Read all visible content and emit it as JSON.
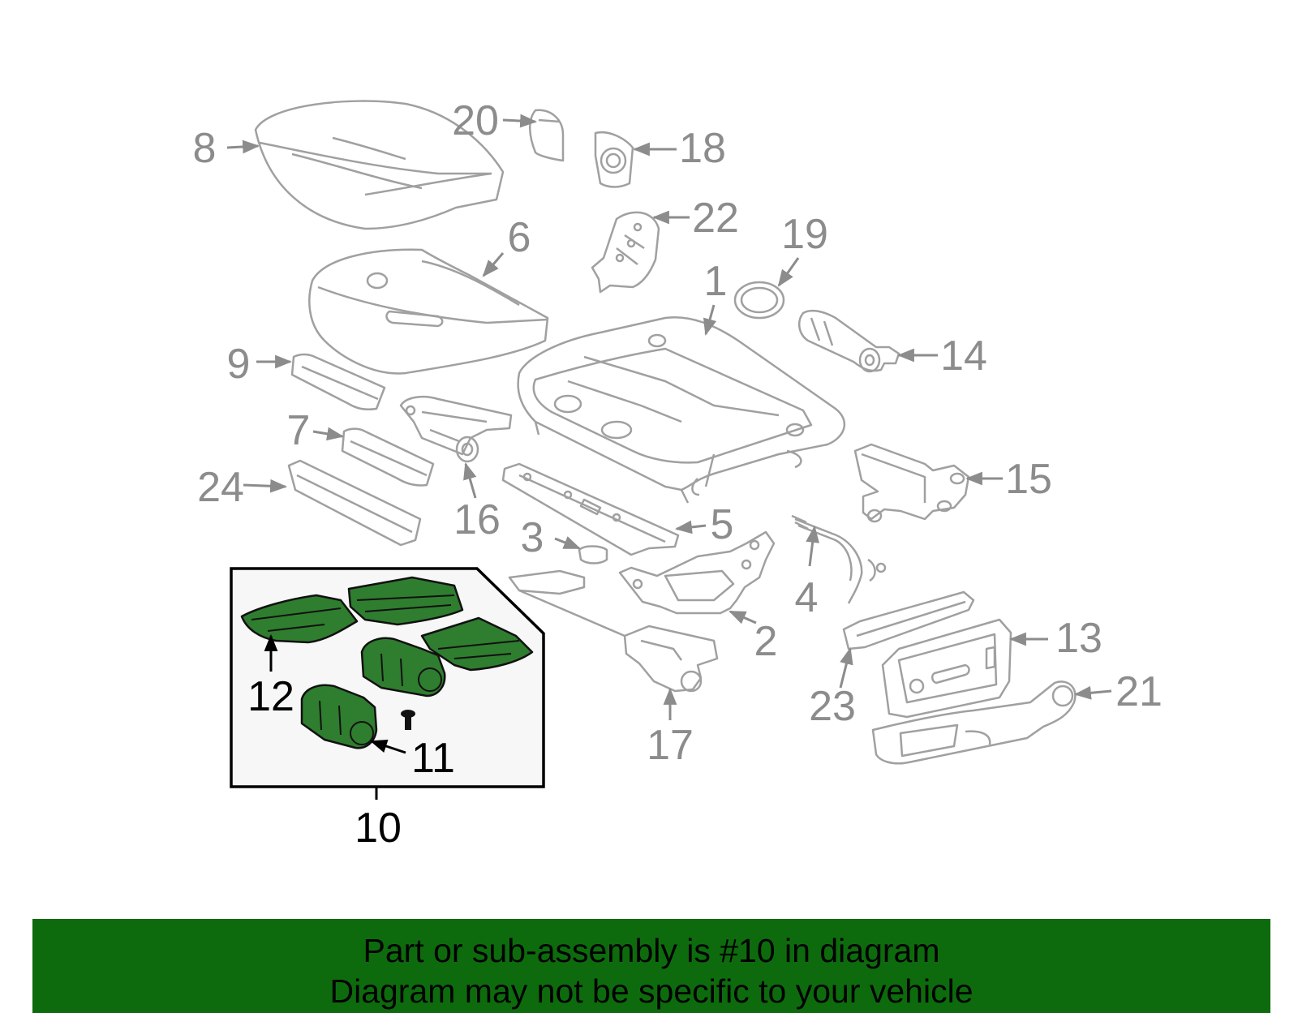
{
  "colors": {
    "part_outline": "#a0a0a0",
    "callout_gray": "#8c8c8c",
    "callout_black": "#000000",
    "highlight_fill": "#2f7d2f",
    "highlight_stroke": "#111111",
    "inset_background": "#f7f7f7",
    "banner_background": "#0d6b0d"
  },
  "callouts": {
    "c1": "1",
    "c2": "2",
    "c3": "3",
    "c4": "4",
    "c5": "5",
    "c6": "6",
    "c7": "7",
    "c8": "8",
    "c9": "9",
    "c10": "10",
    "c11": "11",
    "c12": "12",
    "c13": "13",
    "c14": "14",
    "c15": "15",
    "c16": "16",
    "c17": "17",
    "c18": "18",
    "c19": "19",
    "c20": "20",
    "c21": "21",
    "c22": "22",
    "c23": "23",
    "c24": "24"
  },
  "banner": {
    "line1": "Part or sub-assembly is #10 in diagram",
    "line2": "Diagram may not be specific to your vehicle"
  }
}
